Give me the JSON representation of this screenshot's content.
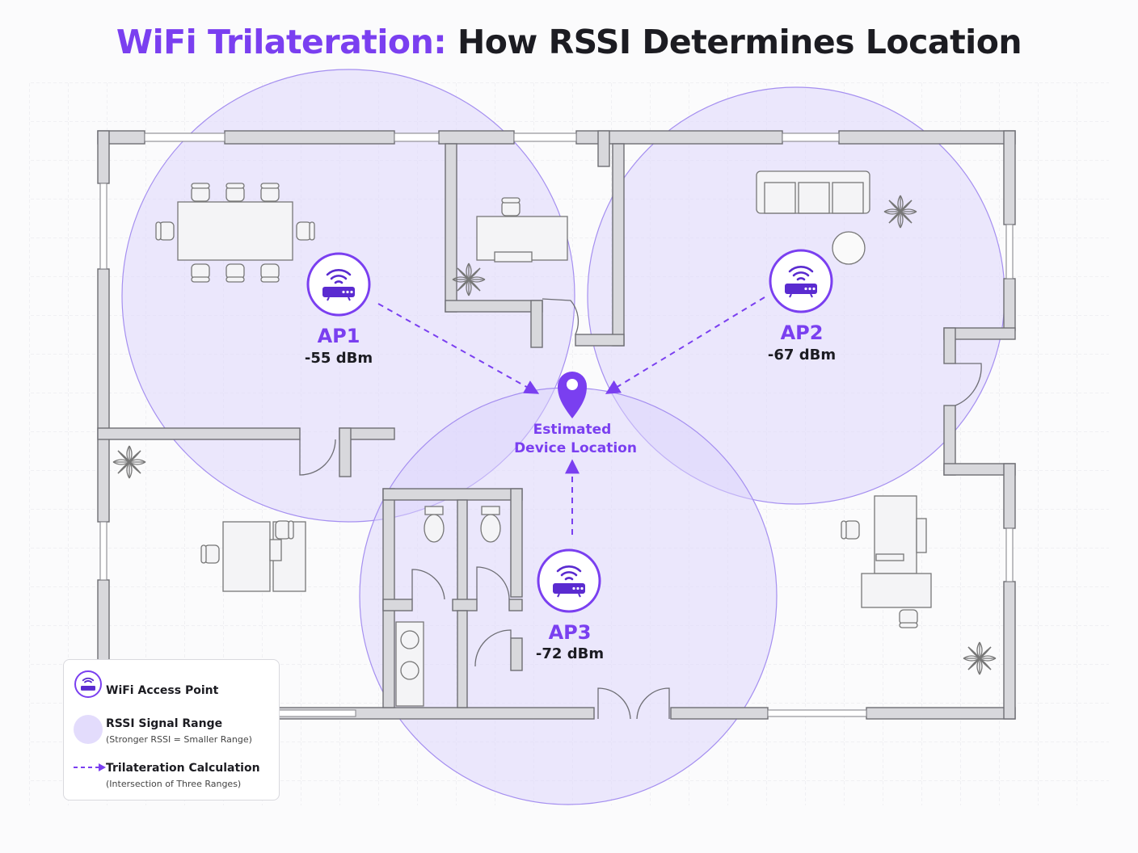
{
  "title": {
    "highlight": "WiFi Trilateration:",
    "rest": " How RSSI Determines Location"
  },
  "access_points": [
    {
      "name": "AP1",
      "rssi": "-55 dBm"
    },
    {
      "name": "AP2",
      "rssi": "-67 dBm"
    },
    {
      "name": "AP3",
      "rssi": "-72 dBm"
    }
  ],
  "estimate": {
    "line1": "Estimated",
    "line2": "Device Location"
  },
  "legend": {
    "access_point": "WiFi Access Point",
    "signal_range": "RSSI Signal Range",
    "signal_range_note": "(Stronger RSSI = Smaller Range)",
    "calculation": "Trilateration Calculation",
    "calculation_note": "(Intersection of Three Ranges)"
  },
  "colors": {
    "accent": "#7a3ff0",
    "range_fill": "#dcd3fb",
    "wall": "#d8d8dc",
    "wall_stroke": "#6e6e74"
  }
}
